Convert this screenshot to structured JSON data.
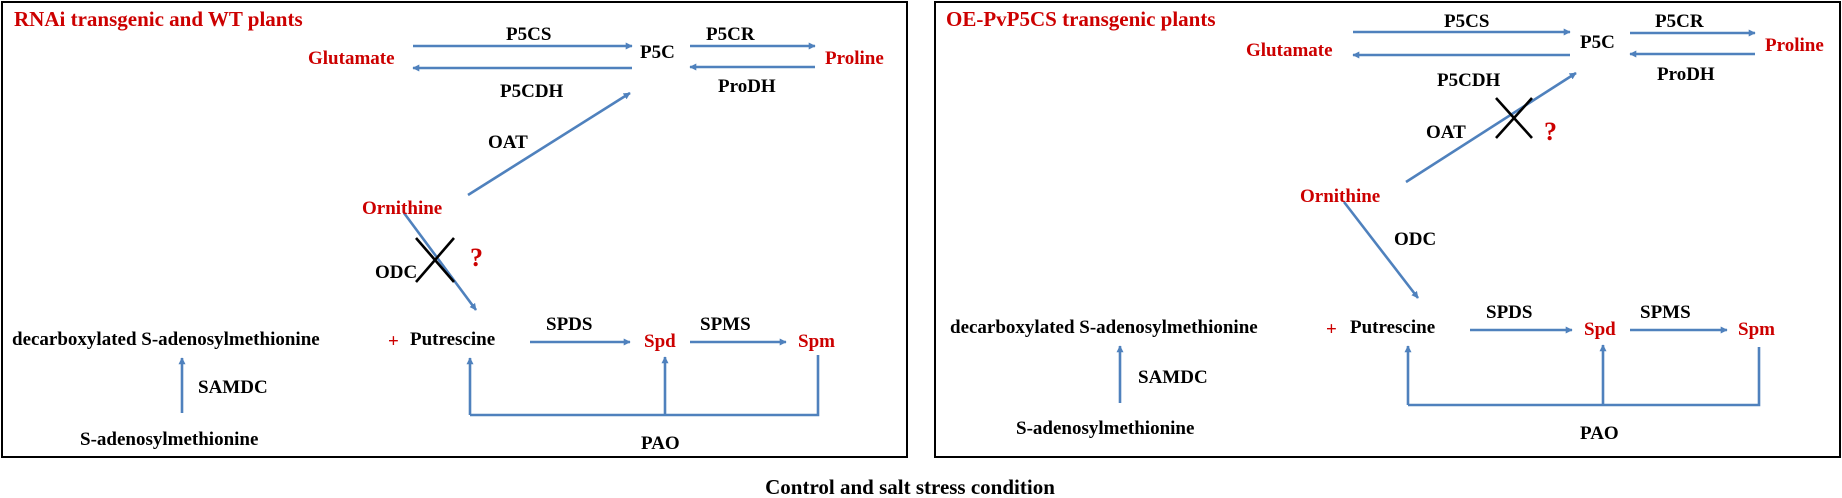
{
  "panels": [
    {
      "title": "RNAi transgenic and WT plants",
      "metabolites": {
        "glutamate": "Glutamate",
        "p5c": "P5C",
        "proline": "Proline",
        "ornithine": "Ornithine",
        "dcsam": "decarboxylated S-adenosylmethionine",
        "plus": "+",
        "putrescine": "Putrescine",
        "spd": "Spd",
        "spm": "Spm",
        "sam": "S-adenosylmethionine"
      },
      "enzymes": {
        "p5cs": "P5CS",
        "p5cdh": "P5CDH",
        "p5cr": "P5CR",
        "prodh": "ProDH",
        "oat": "OAT",
        "odc": "ODC",
        "spds": "SPDS",
        "spms": "SPMS",
        "samdc": "SAMDC",
        "pao": "PAO"
      },
      "question_mark": "?"
    },
    {
      "title": "OE-PvP5CS transgenic plants",
      "metabolites": {
        "glutamate": "Glutamate",
        "p5c": "P5C",
        "proline": "Proline",
        "ornithine": "Ornithine",
        "dcsam": "decarboxylated S-adenosylmethionine",
        "plus": "+",
        "putrescine": "Putrescine",
        "spd": "Spd",
        "spm": "Spm",
        "sam": "S-adenosylmethionine"
      },
      "enzymes": {
        "p5cs": "P5CS",
        "p5cdh": "P5CDH",
        "p5cr": "P5CR",
        "prodh": "ProDH",
        "oat": "OAT",
        "odc": "ODC",
        "spds": "SPDS",
        "spms": "SPMS",
        "samdc": "SAMDC",
        "pao": "PAO"
      },
      "question_mark": "?"
    }
  ],
  "caption": "Control and salt stress condition",
  "colors": {
    "arrow": "#4f81bd",
    "highlight_text": "#cc0000",
    "text": "#000000"
  }
}
